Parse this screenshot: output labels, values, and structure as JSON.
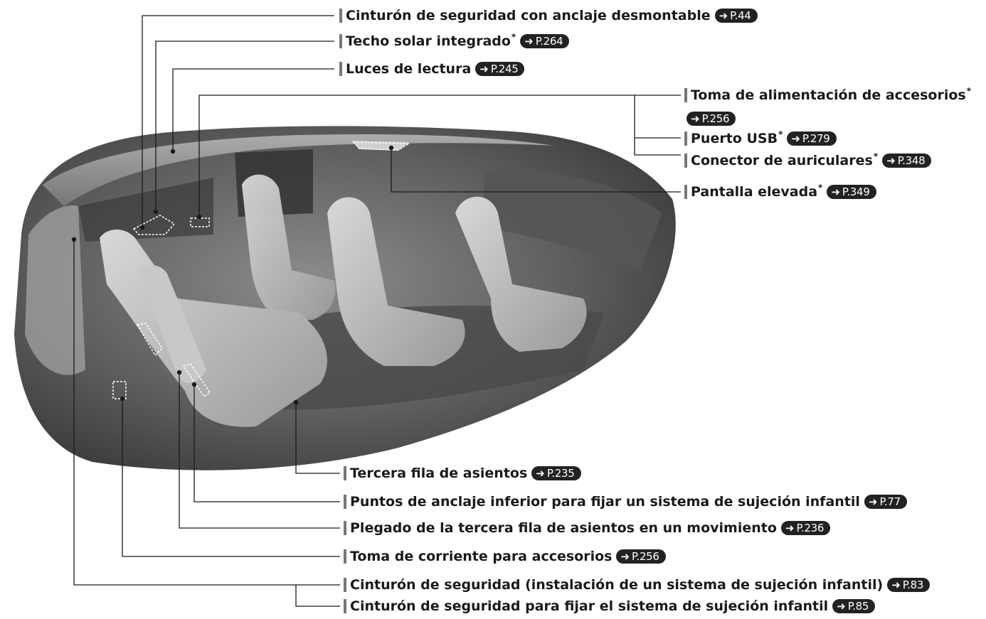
{
  "ref_prefix": "P.",
  "callouts": [
    {
      "id": "seatbelt-detachable",
      "text": "Cinturón de seguridad con anclaje desmontable",
      "asterisk": false,
      "page": "44"
    },
    {
      "id": "sunroof",
      "text": "Techo solar integrado",
      "asterisk": true,
      "page": "264"
    },
    {
      "id": "reading-lights",
      "text": "Luces de lectura",
      "asterisk": false,
      "page": "245"
    },
    {
      "id": "accessory-power-socket",
      "text": "Toma de alimentación de accesorios",
      "asterisk": true,
      "page": "256"
    },
    {
      "id": "usb-port",
      "text": "Puerto USB",
      "asterisk": true,
      "page": "279"
    },
    {
      "id": "headphone-jack",
      "text": "Conector de auriculares",
      "asterisk": true,
      "page": "348"
    },
    {
      "id": "ceiling-display",
      "text": "Pantalla elevada",
      "asterisk": true,
      "page": "349"
    },
    {
      "id": "third-row-seats",
      "text": "Tercera fila de asientos",
      "asterisk": false,
      "page": "235"
    },
    {
      "id": "lower-anchors",
      "text": "Puntos de anclaje inferior para fijar un sistema de sujeción infantil",
      "asterisk": false,
      "page": "77"
    },
    {
      "id": "third-row-folding",
      "text": "Plegado de la tercera fila de asientos en un movimiento",
      "asterisk": false,
      "page": "236"
    },
    {
      "id": "accessory-power-outlet",
      "text": "Toma de corriente para accesorios",
      "asterisk": false,
      "page": "256"
    },
    {
      "id": "seatbelt-child-install",
      "text": "Cinturón de seguridad (instalación de un sistema de sujeción infantil)",
      "asterisk": false,
      "page": "83"
    },
    {
      "id": "seatbelt-child-secure",
      "text": "Cinturón de seguridad para fijar el sistema de sujeción infantil",
      "asterisk": false,
      "page": "85"
    }
  ]
}
